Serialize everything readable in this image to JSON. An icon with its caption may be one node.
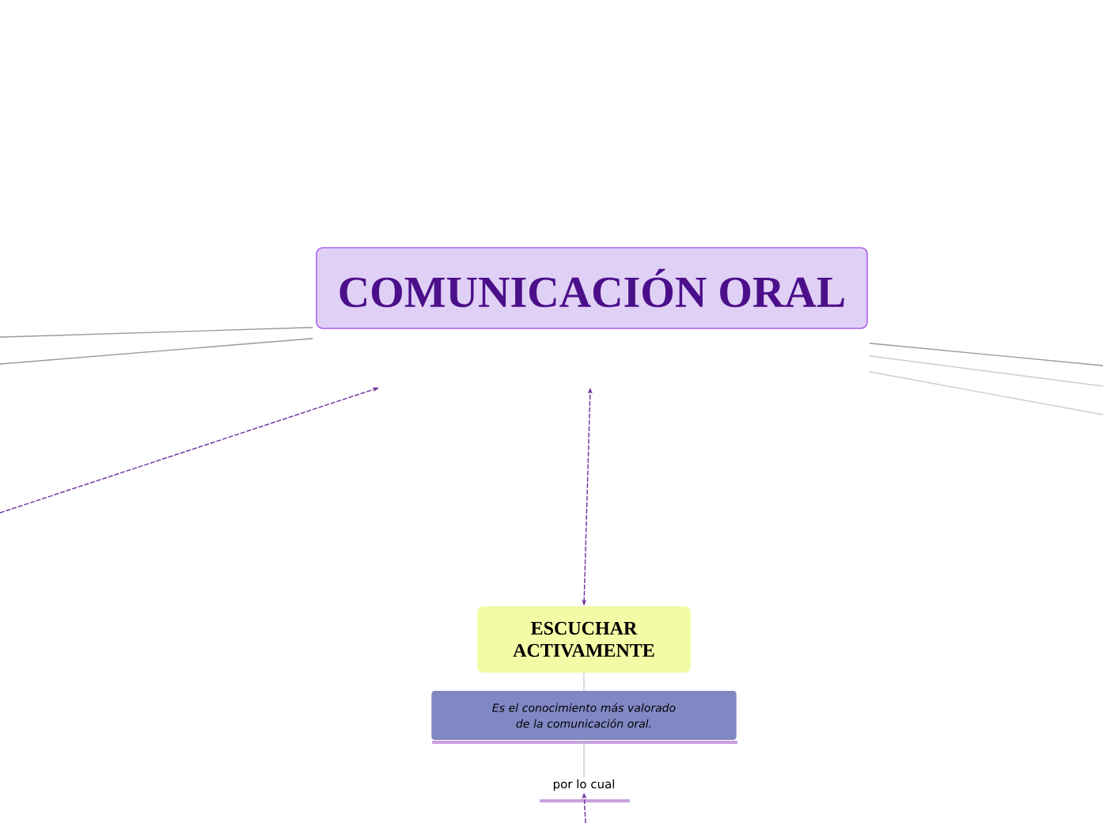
{
  "diagram": {
    "nodes": [
      {
        "text": [
          "COMUNICACIÓN ORAL"
        ]
      },
      {
        "text": [
          "ESCUCHAR ACTIVAMENTE"
        ]
      },
      {
        "text": [
          "Es el conocimiento más valorado de la comunicación oral."
        ]
      },
      {
        "text": [
          "por lo cual"
        ]
      }
    ],
    "edges": [
      {
        "from": null,
        "to": 0,
        "arrow": "none"
      },
      {
        "from": null,
        "to": 0,
        "arrow": "none"
      },
      {
        "from": null,
        "to": 0,
        "arrow": "to",
        "style": "dashed",
        "color": "#6a2f9a"
      },
      {
        "from": 1,
        "to": 0,
        "arrow": "both",
        "style": "dashed",
        "color": "#6a2f9a"
      },
      {
        "from": 0,
        "to": null,
        "arrow": "none"
      },
      {
        "from": 0,
        "to": null,
        "arrow": "none",
        "color": "#cccccc"
      },
      {
        "from": 0,
        "to": null,
        "arrow": "none",
        "color": "#cccccc"
      },
      {
        "from": 1,
        "to": 2,
        "arrow": "none",
        "color": "#cccccc"
      },
      {
        "from": 2,
        "to": 3,
        "arrow": "none",
        "color": "#cccccc"
      },
      {
        "from": null,
        "to": 3,
        "arrow": "to",
        "style": "dashed",
        "color": "#6a2f9a"
      }
    ]
  }
}
